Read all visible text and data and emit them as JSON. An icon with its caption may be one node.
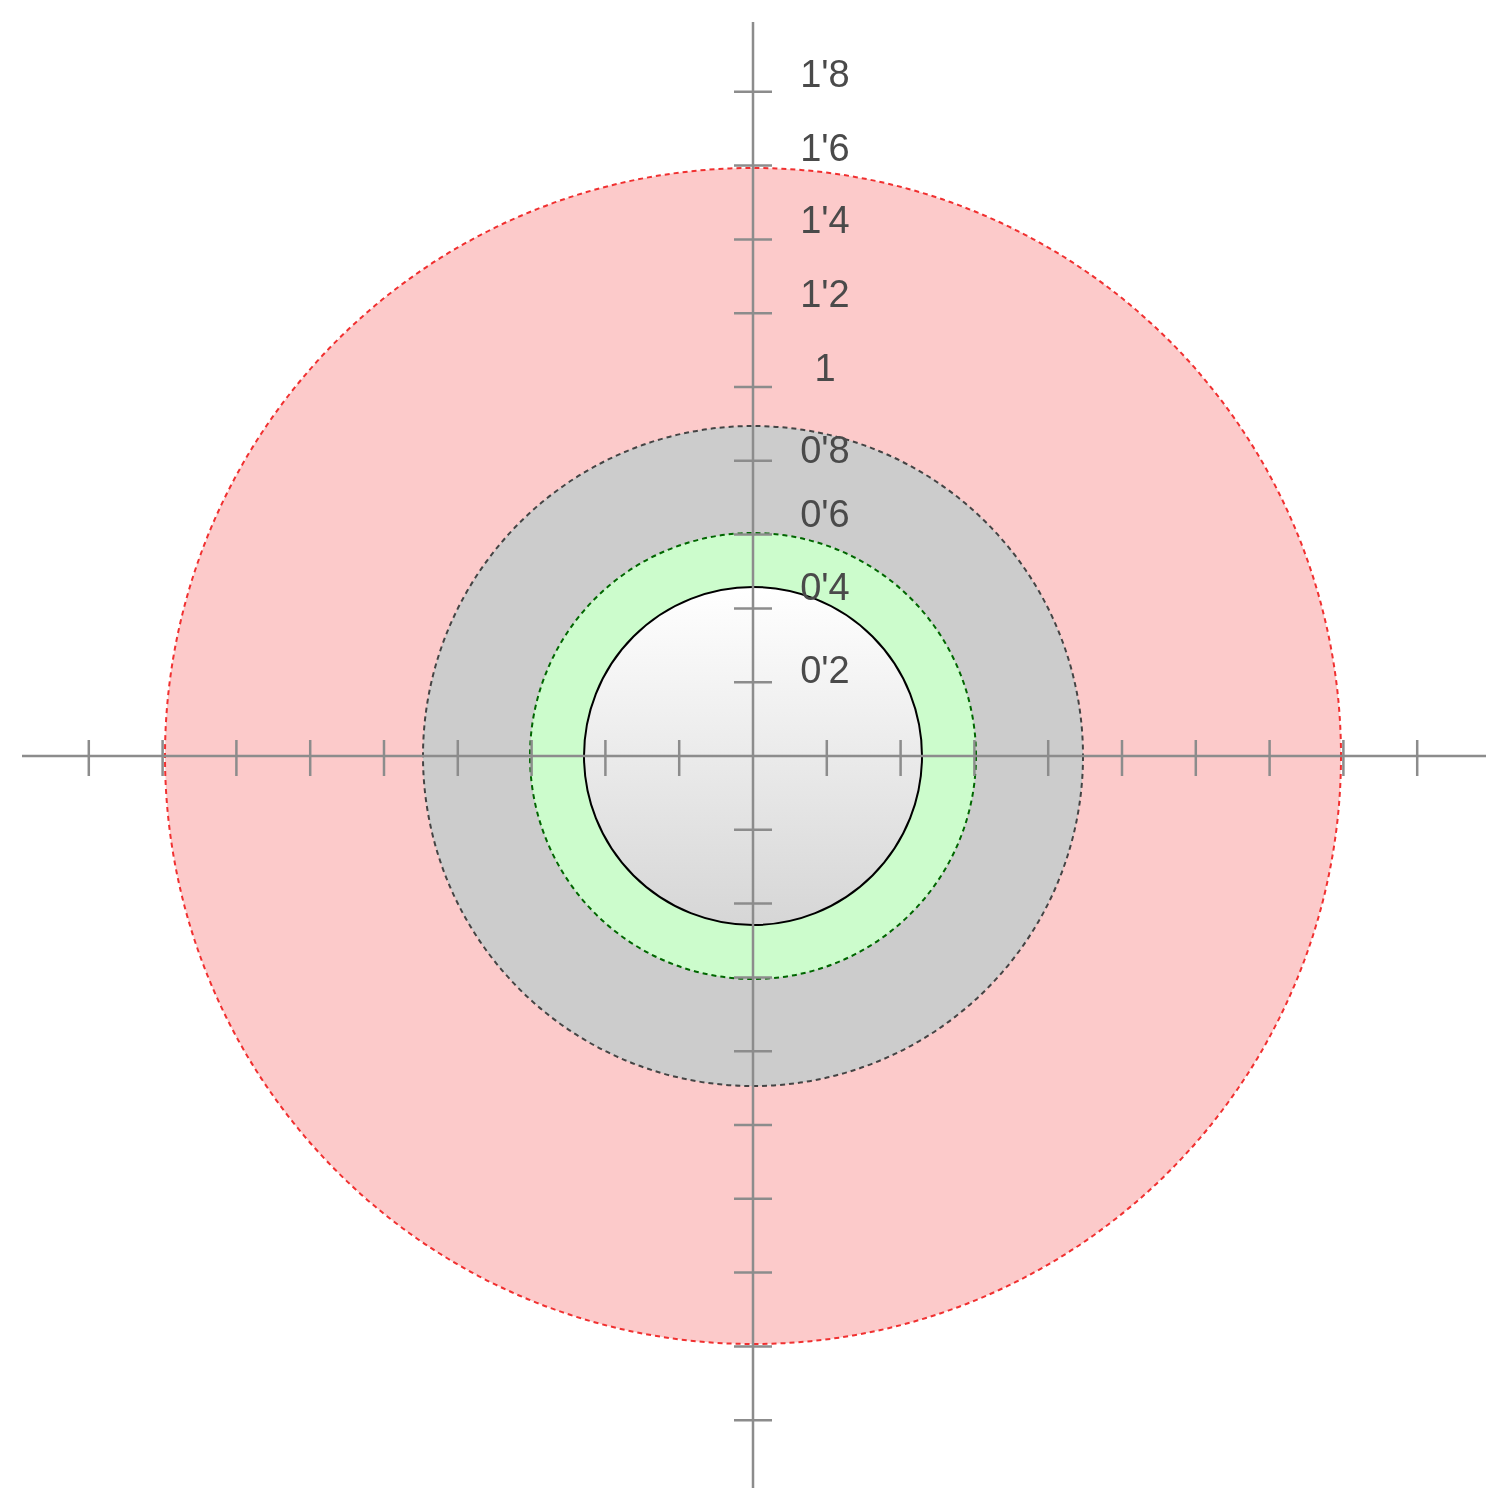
{
  "diagram": {
    "labels": [
      "1'8",
      "1'6",
      "1'4",
      "1'2",
      "1",
      "0'8",
      "0'6",
      "0'4",
      "0'2"
    ]
  }
}
